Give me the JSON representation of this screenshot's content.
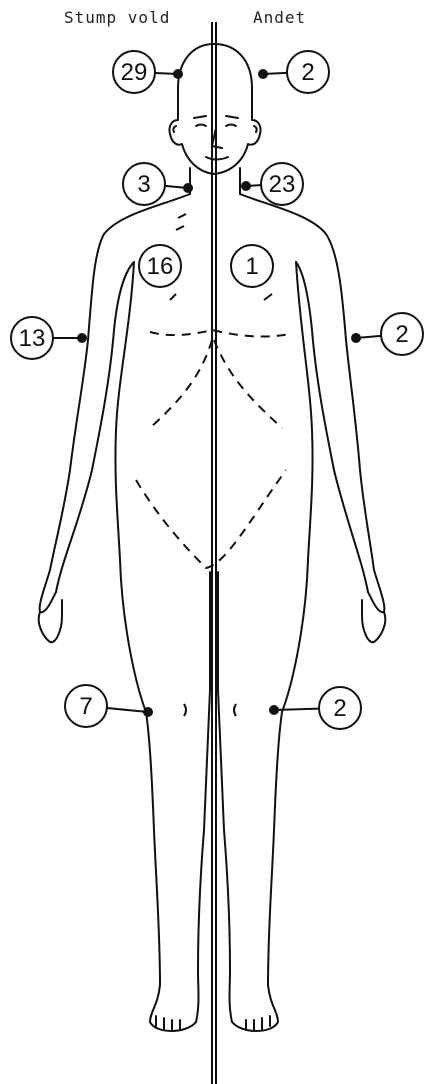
{
  "header": {
    "left_label": "Stump vold",
    "right_label": "Andet"
  },
  "markers": [
    {
      "id": "head-left",
      "side": "left",
      "region": "head",
      "count": "29"
    },
    {
      "id": "head-right",
      "side": "right",
      "region": "head",
      "count": "2"
    },
    {
      "id": "neck-left",
      "side": "left",
      "region": "neck",
      "count": "3"
    },
    {
      "id": "neck-right",
      "side": "right",
      "region": "neck",
      "count": "23"
    },
    {
      "id": "chest-left",
      "side": "left",
      "region": "chest",
      "count": "16"
    },
    {
      "id": "chest-right",
      "side": "right",
      "region": "chest",
      "count": "1"
    },
    {
      "id": "upperarm-left",
      "side": "left",
      "region": "upper-arm",
      "count": "13"
    },
    {
      "id": "upperarm-right",
      "side": "right",
      "region": "upper-arm",
      "count": "2"
    },
    {
      "id": "knee-left",
      "side": "left",
      "region": "knee",
      "count": "7"
    },
    {
      "id": "knee-right",
      "side": "right",
      "region": "knee",
      "count": "2"
    }
  ],
  "colors": {
    "ink": "#111111",
    "background": "#ffffff"
  }
}
